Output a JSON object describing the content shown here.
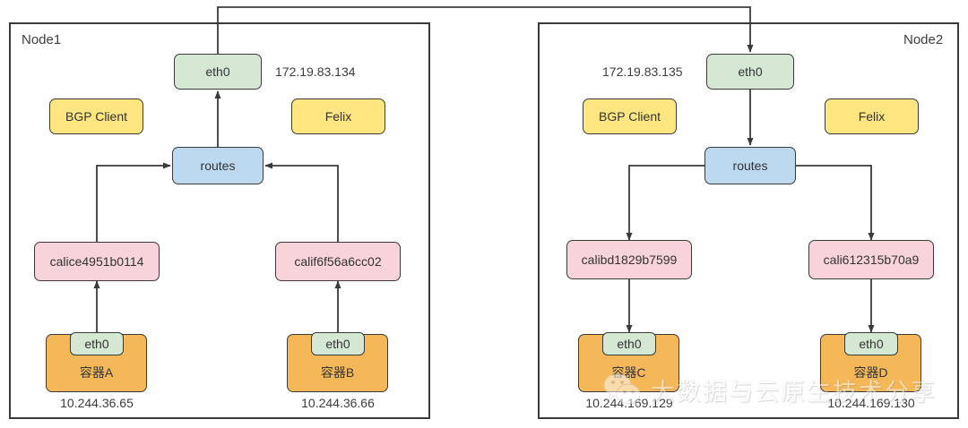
{
  "diagram": {
    "title": "Calico network diagram",
    "colors": {
      "eth": "#d5e8d4",
      "service": "#ffe680",
      "routes": "#bcd9f0",
      "interface": "#f8d3da",
      "container": "#f5b858",
      "stroke": "#3a3a3a"
    }
  },
  "nodes": [
    {
      "title": "Node1",
      "host_eth": "eth0",
      "host_ip": "172.19.83.134",
      "bgp_client": "BGP Client",
      "felix": "Felix",
      "routes": "routes",
      "interfaces": [
        "calice4951b0114",
        "calif6f56a6cc02"
      ],
      "containers": [
        {
          "eth": "eth0",
          "name": "容器A",
          "ip": "10.244.36.65"
        },
        {
          "eth": "eth0",
          "name": "容器B",
          "ip": "10.244.36.66"
        }
      ]
    },
    {
      "title": "Node2",
      "host_eth": "eth0",
      "host_ip": "172.19.83.135",
      "bgp_client": "BGP Client",
      "felix": "Felix",
      "routes": "routes",
      "interfaces": [
        "calibd1829b7599",
        "cali612315b70a9"
      ],
      "containers": [
        {
          "eth": "eth0",
          "name": "容器C",
          "ip": "10.244.169.129"
        },
        {
          "eth": "eth0",
          "name": "容器D",
          "ip": "10.244.169.130"
        }
      ]
    }
  ],
  "watermark": {
    "text": "大数据与云原生技术分享",
    "icon": "wechat-icon"
  }
}
